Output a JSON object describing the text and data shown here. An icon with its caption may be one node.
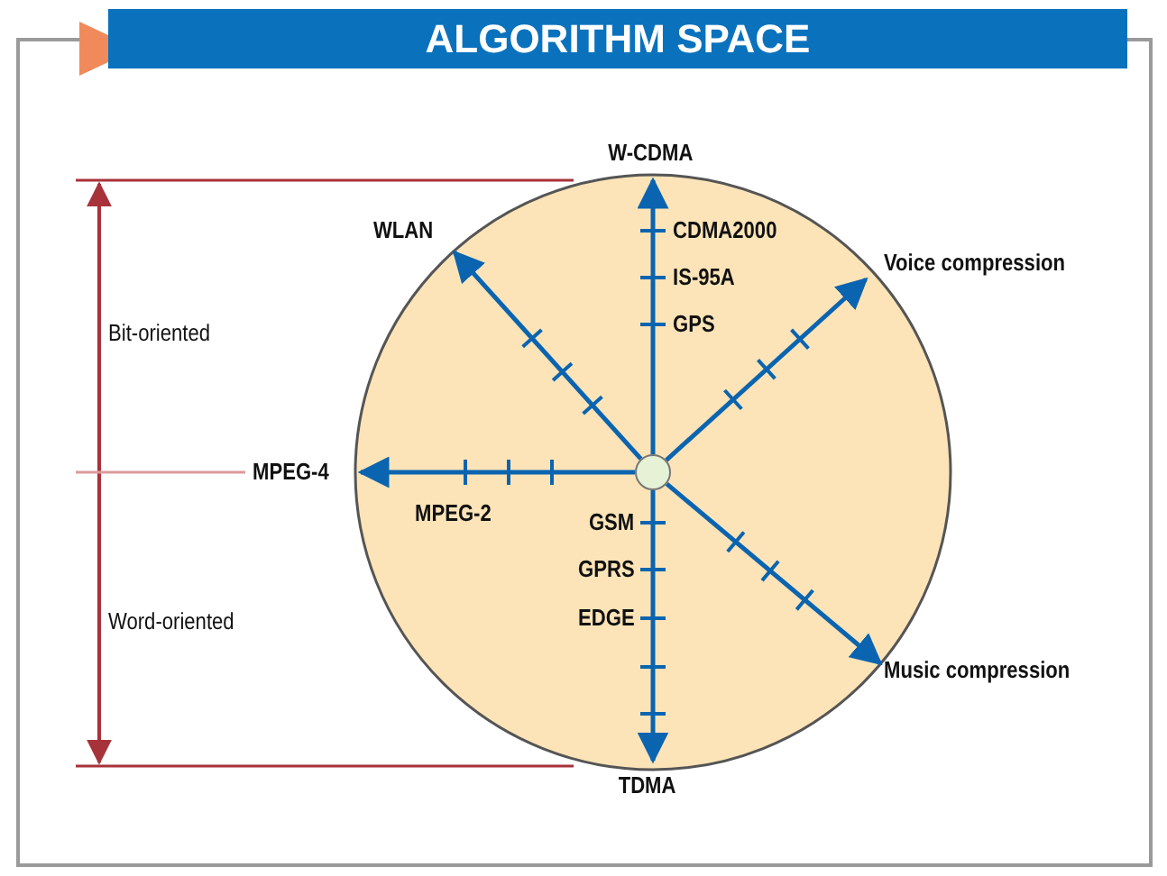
{
  "diagram": {
    "title": "ALGORITHM SPACE",
    "nodes": [
      {
        "text": [],
        "shape": "circle"
      },
      {
        "text": [
          "W-CDMA"
        ]
      },
      {
        "text": [
          "WLAN"
        ]
      },
      {
        "text": [
          "Voice compression"
        ]
      },
      {
        "text": [
          "MPEG-4"
        ]
      },
      {
        "text": [
          "Music compression"
        ]
      },
      {
        "text": [
          "TDMA"
        ]
      }
    ],
    "edges": [
      {
        "from": 0,
        "to": 1,
        "arrow": "to"
      },
      {
        "from": 0,
        "to": 2,
        "arrow": "to"
      },
      {
        "from": 0,
        "to": 3,
        "arrow": "to"
      },
      {
        "from": 0,
        "to": 4,
        "arrow": "to"
      },
      {
        "from": 0,
        "to": 5,
        "arrow": "to"
      },
      {
        "from": 0,
        "to": 6,
        "arrow": "to"
      }
    ],
    "labels": [
      "Bit-oriented",
      "CDMA2000",
      "IS-95A",
      "GPS",
      "MPEG-2",
      "GSM",
      "GPRS",
      "EDGE",
      "Word-oriented"
    ]
  }
}
